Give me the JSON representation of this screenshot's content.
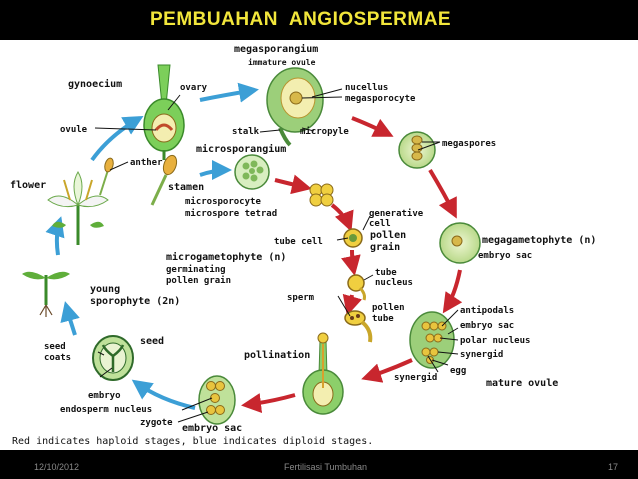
{
  "title": "PEMBUAHAN  ANGIOSPERMAE",
  "labels": {
    "megasporangium": "megasporangium",
    "immature_ovule": "immature ovule",
    "nucellus": "nucellus",
    "megasporocyte": "megasporocyte",
    "stalk": "stalk",
    "micropyle": "micropyle",
    "megaspores": "megaspores",
    "gynoecium": "gynoecium",
    "ovary": "ovary",
    "ovule": "ovule",
    "anther": "anther",
    "flower": "flower",
    "microsporangium": "microsporangium",
    "stamen": "stamen",
    "microsporocyte": "microsporocyte",
    "microspore_tetrad": "microspore tetrad",
    "generative_cell_1": "generative",
    "generative_cell_2": "cell",
    "tube_cell": "tube cell",
    "pollen_grain_1": "pollen",
    "pollen_grain_2": "grain",
    "megagametophyte": "megagametophyte (n)",
    "embryo_sac_top": "embryo sac",
    "microgametophyte": "microgametophyte (n)",
    "germinating": "germinating",
    "pollen_grain_small": "pollen grain",
    "young_1": "young",
    "young_2": "sporophyte (2n)",
    "tube_nucleus_1": "tube",
    "tube_nucleus_2": "nucleus",
    "sperm": "sperm",
    "pollen_tube_1": "pollen",
    "pollen_tube_2": "tube",
    "antipodals": "antipodals",
    "embryo_sac_mid": "embryo sac",
    "polar_nucleus": "polar nucleus",
    "synergid_right": "synergid",
    "synergid_left": "synergid",
    "egg": "egg",
    "mature_ovule": "mature ovule",
    "seed": "seed",
    "seed_coats_1": "seed",
    "seed_coats_2": "coats",
    "embryo": "embryo",
    "endosperm_nucleus": "endosperm nucleus",
    "zygote": "zygote",
    "embryo_sac_bottom": "embryo sac",
    "pollination": "pollination"
  },
  "caption": "Red indicates haploid stages, blue indicates diploid stages.",
  "footer": {
    "date": "12/10/2012",
    "topic": "Fertilisasi Tumbuhan",
    "page": "17"
  },
  "colors": {
    "haploid": "#c8262e",
    "diploid": "#3c9fd6",
    "title": "#f2e63b"
  }
}
